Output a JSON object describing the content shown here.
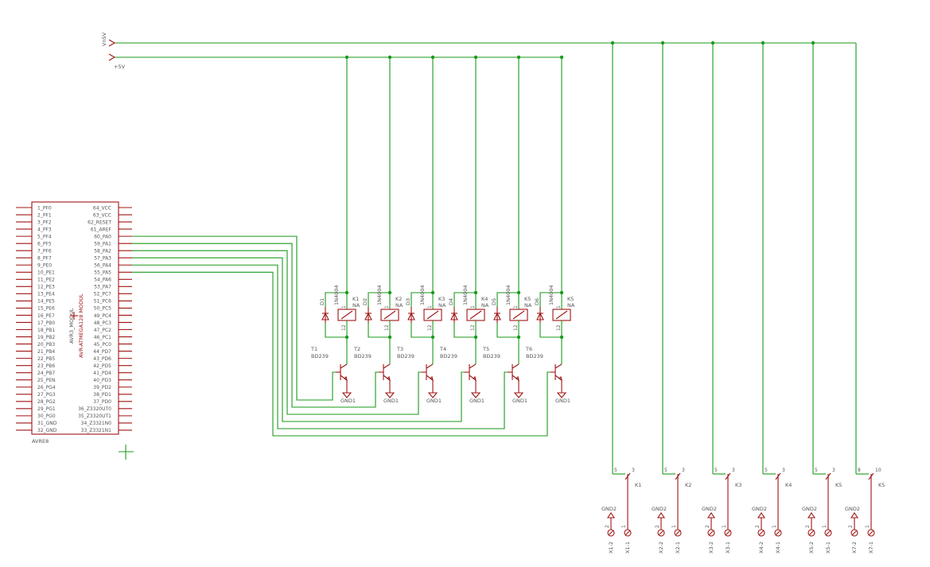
{
  "colors": {
    "wire": "#1a9a1a",
    "part": "#a01515",
    "text": "#555555"
  },
  "supply": {
    "vn5v_label": "Vn5V",
    "p5v_label": "+5V"
  },
  "mcu": {
    "title": "AVR-ATMEGA128 MODUL",
    "module_label": "AVR3_MODUL",
    "frame_name": "AVRE8",
    "left_pins": [
      "1_PF0",
      "2_PF1",
      "3_PF2",
      "4_PF3",
      "5_PF4",
      "6_PF5",
      "7_PF6",
      "8_PF7",
      "9_PE0",
      "10_PE1",
      "11_PE2",
      "12_PE3",
      "13_PE4",
      "14_PE5",
      "15_PE6",
      "16_PE7",
      "17_PB0",
      "18_PB1",
      "19_PB2",
      "20_PB3",
      "21_PB4",
      "22_PB5",
      "23_PB6",
      "24_PB7",
      "25_PEN",
      "26_PG4",
      "27_PG3",
      "28_PG2",
      "29_PG1",
      "30_PG0",
      "31_GND",
      "32_GND"
    ],
    "right_pins": [
      "64_VCC",
      "63_VCC",
      "62_RESET",
      "61_AREF",
      "60_PA0",
      "59_PA1",
      "58_PA2",
      "57_PA3",
      "56_PA4",
      "55_PA5",
      "54_PA6",
      "53_PA7",
      "52_PC7",
      "51_PC6",
      "50_PC5",
      "49_PC4",
      "48_PC3",
      "47_PC2",
      "46_PC1",
      "45_PC0",
      "44_PD7",
      "43_PD6",
      "42_PD5",
      "41_PD4",
      "40_PD3",
      "39_PD2",
      "38_PD1",
      "37_PD0",
      "36_Z3320UT0",
      "35_Z3320UT1",
      "34_Z3321N0",
      "33_Z3321N1"
    ]
  },
  "stages": [
    {
      "diode": "D1",
      "diode_type": "1N4004",
      "relay": "K1",
      "relay_sub": "NA",
      "transistor": "T1",
      "transistor_type": "BD239",
      "gnd": "GND1"
    },
    {
      "diode": "D2",
      "diode_type": "1N4004",
      "relay": "K2",
      "relay_sub": "NA",
      "transistor": "T2",
      "transistor_type": "BD239",
      "gnd": "GND1"
    },
    {
      "diode": "D3",
      "diode_type": "1N4004",
      "relay": "K3",
      "relay_sub": "NA",
      "transistor": "T3",
      "transistor_type": "BD239",
      "gnd": "GND1"
    },
    {
      "diode": "D4",
      "diode_type": "1N4004",
      "relay": "K4",
      "relay_sub": "NA",
      "transistor": "T4",
      "transistor_type": "BD239",
      "gnd": "GND1"
    },
    {
      "diode": "D5",
      "diode_type": "1N4004",
      "relay": "K5",
      "relay_sub": "NA",
      "transistor": "T5",
      "transistor_type": "BD239",
      "gnd": "GND1"
    },
    {
      "diode": "D6",
      "diode_type": "1N4004",
      "relay": "K5",
      "relay_sub": "NA",
      "transistor": "T6",
      "transistor_type": "BD239",
      "gnd": "GND1"
    }
  ],
  "coil_pins": [
    "1",
    "12"
  ],
  "switches": [
    {
      "name": "K1",
      "pin_a": "5",
      "pin_b": "3",
      "gnd": "GND2",
      "conn_a": "X1-2",
      "conn_b": "X1-1",
      "conn_pin_a": "2",
      "conn_pin_b": "1"
    },
    {
      "name": "K2",
      "pin_a": "5",
      "pin_b": "3",
      "gnd": "GND2",
      "conn_a": "X2-2",
      "conn_b": "X2-1",
      "conn_pin_a": "2",
      "conn_pin_b": "1"
    },
    {
      "name": "K3",
      "pin_a": "5",
      "pin_b": "3",
      "gnd": "GND2",
      "conn_a": "X3-2",
      "conn_b": "X3-1",
      "conn_pin_a": "2",
      "conn_pin_b": "1"
    },
    {
      "name": "K4",
      "pin_a": "5",
      "pin_b": "3",
      "gnd": "GND2",
      "conn_a": "X4-2",
      "conn_b": "X4-1",
      "conn_pin_a": "2",
      "conn_pin_b": "1"
    },
    {
      "name": "K5",
      "pin_a": "5",
      "pin_b": "3",
      "gnd": "GND2",
      "conn_a": "X5-2",
      "conn_b": "X5-1",
      "conn_pin_a": "2",
      "conn_pin_b": "1"
    },
    {
      "name": "K5",
      "pin_a": "8",
      "pin_b": "10",
      "gnd": "GND2",
      "conn_a": "X7-2",
      "conn_b": "X7-1",
      "conn_pin_a": "2",
      "conn_pin_b": "1"
    }
  ]
}
